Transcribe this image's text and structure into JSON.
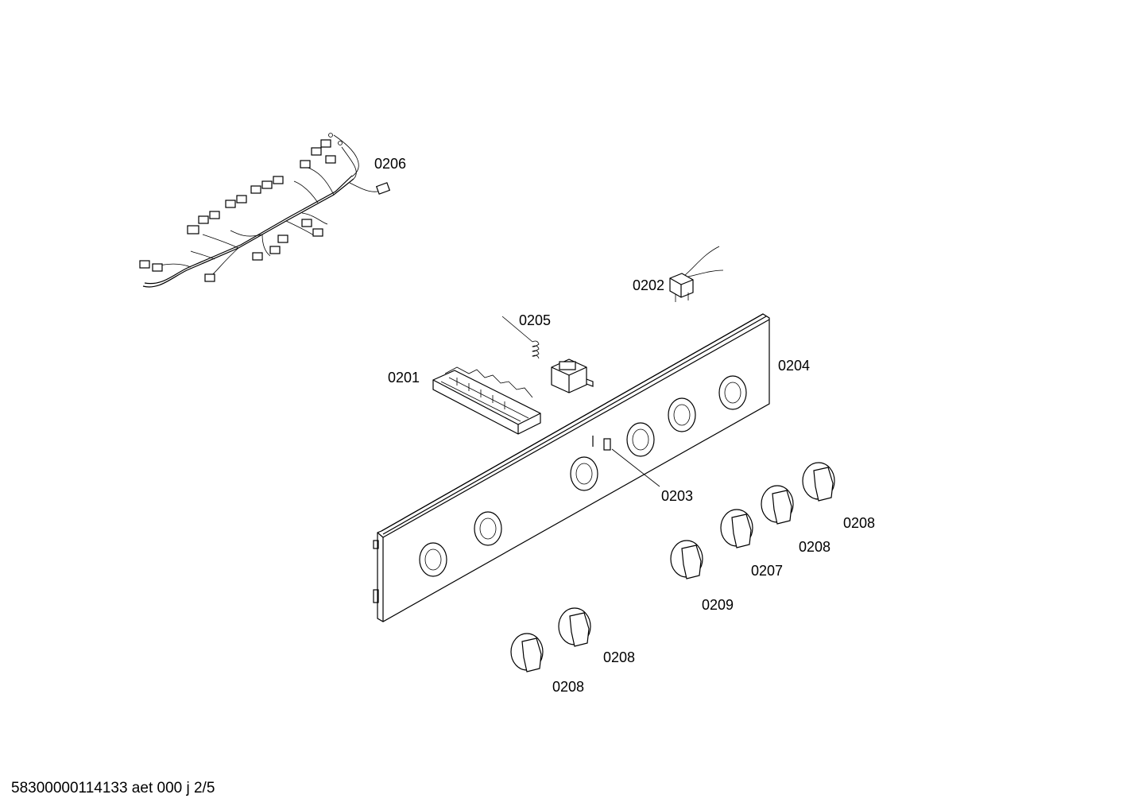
{
  "labels": {
    "p0206": "0206",
    "p0202": "0202",
    "p0205": "0205",
    "p0201": "0201",
    "p0204": "0204",
    "p0203": "0203",
    "p0208a": "0208",
    "p0208b": "0208",
    "p0207": "0207",
    "p0209": "0209",
    "p0208c": "0208",
    "p0208d": "0208"
  },
  "footer": "58300000114133 aet 000 j 2/5"
}
